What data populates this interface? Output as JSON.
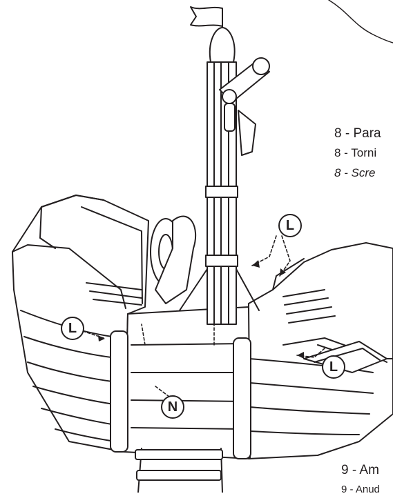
{
  "labels": {
    "l_top": "L",
    "l_left": "L",
    "l_right": "L",
    "n_ladder": "N"
  },
  "step8": {
    "line1": "8 - Para",
    "line2": "8 - Torni",
    "line3": "8 - Scre"
  },
  "step9": {
    "line1": "9 - Am",
    "line2": "9 - Anud"
  }
}
